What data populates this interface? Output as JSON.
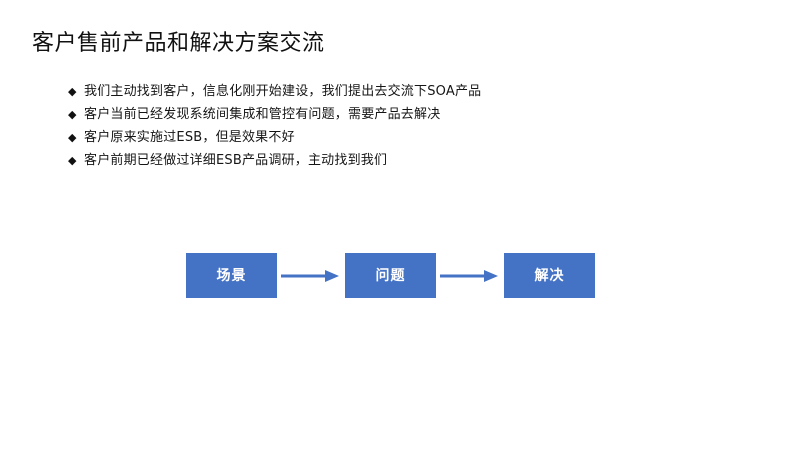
{
  "slide": {
    "title": "客户售前产品和解决方案交流",
    "background_color": "#FFFFFF",
    "title_color": "#111111"
  },
  "bullets": {
    "marker_glyph": "◆",
    "items": [
      {
        "text": "我们主动找到客户，信息化刚开始建设，我们提出去交流下SOA产品"
      },
      {
        "text": "客户当前已经发现系统间集成和管控有问题，需要产品去解决"
      },
      {
        "text": "客户原来实施过ESB，但是效果不好"
      },
      {
        "text": "客户前期已经做过详细ESB产品调研，主动找到我们"
      }
    ]
  },
  "flow": {
    "accent_color": "#4472C4",
    "box_text_color": "#FFFFFF",
    "steps": [
      {
        "label": "场景"
      },
      {
        "label": "问题"
      },
      {
        "label": "解决"
      }
    ],
    "connectors": [
      {
        "name": "arrow-scene-to-problem"
      },
      {
        "name": "arrow-problem-to-solution"
      }
    ]
  }
}
